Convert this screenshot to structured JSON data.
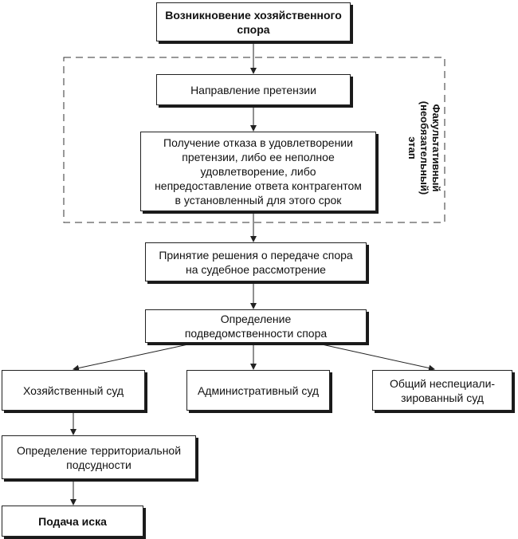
{
  "nodes": {
    "start": "Возникновение хозяйственного спора",
    "claim": "Направление претензии",
    "refusal": "Получение отказа в удовлетворении претензии, либо ее неполное удовлетворение, либо непредоставление ответа контрагентом в установленный для этого срок",
    "decision": "Принятие решения о передаче спора на судебное рассмотрение",
    "jurisdiction": "Определение подведомственности спора",
    "economic_court": "Хозяйственный суд",
    "admin_court": "Административный суд",
    "general_court": "Общий неспециали- зированный суд",
    "territorial": "Определение территориальной подсудности",
    "filing": "Подача иска"
  },
  "side_label": {
    "line1": "Факультативный",
    "line2": "(необязательный)",
    "line3": "этап"
  },
  "lines": {
    "start": [
      "Возникновение хозяйственного",
      "спора"
    ],
    "refusal": [
      "Получение отказа в удовлетворении",
      "претензии, либо ее неполное",
      "удовлетворение, либо",
      "непредоставление ответа контрагентом",
      "в установленный для этого срок"
    ],
    "decision": [
      "Принятие решения о передаче спора",
      "на судебное рассмотрение"
    ],
    "jurisdiction": [
      "Определение",
      "подведомственности спора"
    ],
    "general_court": [
      "Общий неспециали-",
      "зированный суд"
    ],
    "territorial": [
      "Определение территориальной",
      "подсудности"
    ]
  }
}
